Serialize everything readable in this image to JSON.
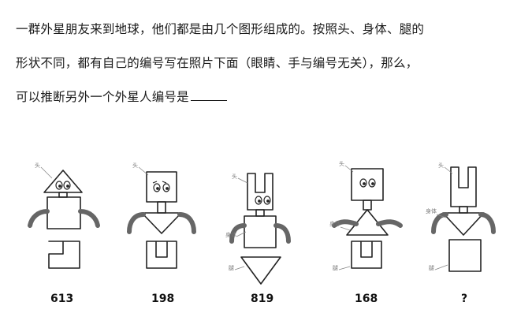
{
  "question": {
    "line1": "一群外星朋友来到地球，他们都是由几个图形组成的。按照头、身体、腿的",
    "line2": "形状不同，都有自己的编号写在照片下面（眼睛、手与编号无关），那么，",
    "line3": "可以推断另外一个外星人编号是"
  },
  "figures": [
    {
      "code": "613",
      "head": "triangle",
      "body": "square",
      "legs": "L-shape",
      "labels": [
        "头"
      ]
    },
    {
      "code": "198",
      "head": "square",
      "body": "triangle-down",
      "legs": "U-shape",
      "labels": [
        "头"
      ]
    },
    {
      "code": "819",
      "head": "U-shape",
      "body": "square",
      "legs": "triangle-down",
      "labels": [
        "头",
        "身体",
        "腿"
      ]
    },
    {
      "code": "168",
      "head": "square",
      "body": "triangle-up",
      "legs": "U-shape",
      "labels": [
        "头",
        "身体",
        "腿"
      ]
    },
    {
      "code": "?",
      "head": "U-shape",
      "body": "triangle-down",
      "legs": "square",
      "labels": [
        "头",
        "身体",
        "腿"
      ]
    }
  ]
}
